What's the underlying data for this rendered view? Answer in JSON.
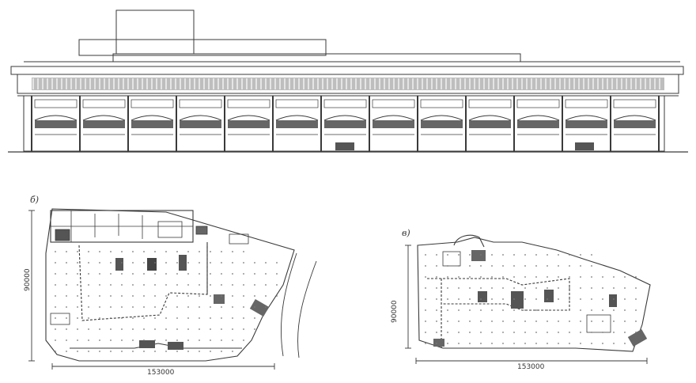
{
  "plan_b": {
    "label": "б)",
    "width_dim": "153000",
    "height_dim": "90000"
  },
  "plan_v": {
    "label": "в)",
    "width_dim": "153000",
    "height_dim": "90000"
  },
  "colors": {
    "ink": "#3a3a3a",
    "light_ink": "#777777",
    "paper": "#ffffff"
  }
}
